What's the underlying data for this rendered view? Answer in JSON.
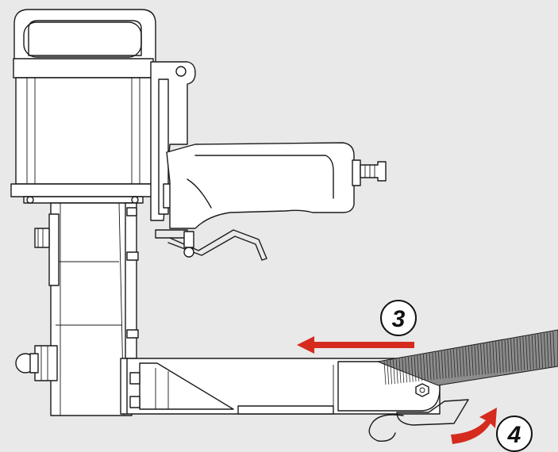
{
  "steps": [
    {
      "number": "3",
      "direction": "left",
      "arrow_color": "#d52b1e"
    },
    {
      "number": "4",
      "direction": "up-curve",
      "arrow_color": "#d52b1e"
    }
  ],
  "colors": {
    "background": "#e9e9e9",
    "line": "#1a1a1a",
    "arrow": "#d52b1e"
  }
}
